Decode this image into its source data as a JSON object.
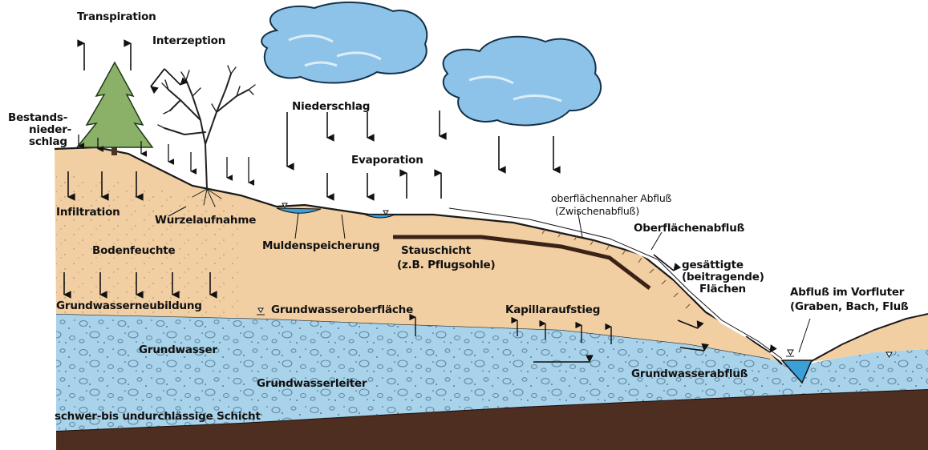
{
  "colors": {
    "soil": "#f2cfa2",
    "aquifer": "#a9d3ea",
    "aquifer_stone": "#6f9bb6",
    "bedrock": "#4f2e22",
    "cloud": "#8dc3e8",
    "surface_water": "#3b9fd8",
    "tree": "#8bb068"
  },
  "icons": [
    "conifer-tree-icon",
    "bare-tree-icon",
    "cloud-icon",
    "water-level-triangle-icon"
  ],
  "labels": {
    "transpiration": "Transpiration",
    "interzeption": "Interzeption",
    "bestandsniederschlag": [
      "Bestands-",
      "nieder-",
      "schlag"
    ],
    "niederschlag": "Niederschlag",
    "evaporation": "Evaporation",
    "infiltration": "Infiltration",
    "wurzelaufnahme": "Wurzelaufnahme",
    "bodenfeuchte": "Bodenfeuchte",
    "muldenspeicherung": "Muldenspeicherung",
    "stauschicht": "Stauschicht",
    "pflugsohle": "(z.B. Pflugsohle)",
    "zwischenabfluss_1": "oberflächennaher Abfluß",
    "zwischenabfluss_2": "(Zwischenabfluß)",
    "oberflaechenabfluss": "Oberflächenabfluß",
    "gesaettigte": [
      "gesättigte",
      "(beitragende)",
      "Flächen"
    ],
    "abfluss_vorfluter_1": "Abfluß im Vorfluter",
    "abfluss_vorfluter_2": "(Graben, Bach, Fluß",
    "grundwasserneubildung": "Grundwasserneubildung",
    "grundwasseroberflaeche": "Grundwasseroberfläche",
    "kapillaraufstieg": "Kapillaraufstieg",
    "grundwasser": "Grundwasser",
    "grundwasserleiter": "Grundwasserleiter",
    "grundwasserabfluss": "Grundwasserabfluß",
    "schicht": "schwer-bis undurchlässige Schicht"
  }
}
